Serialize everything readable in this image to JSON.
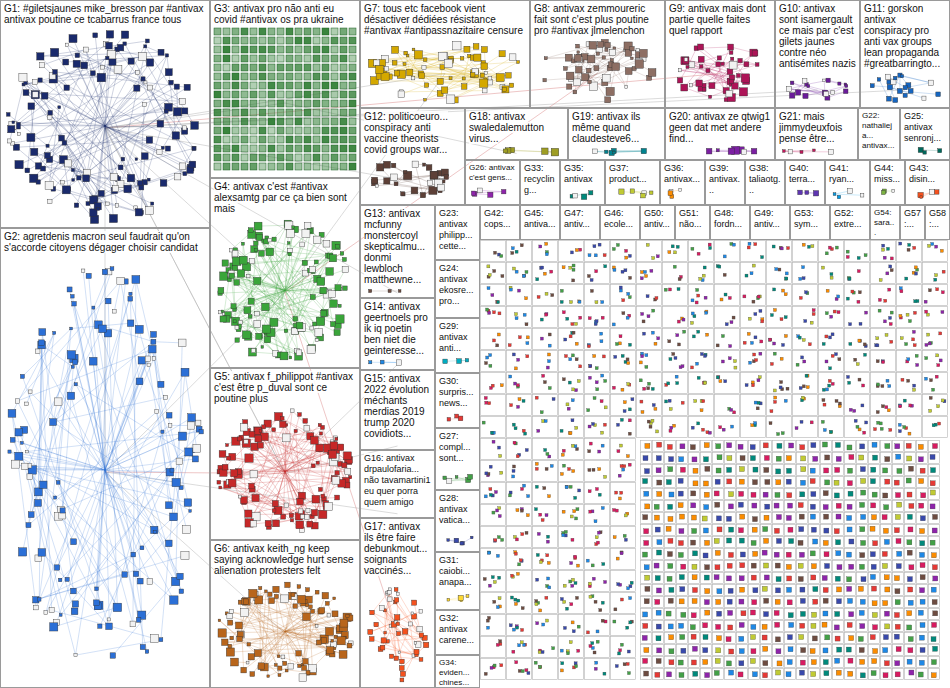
{
  "diagram": {
    "nodes": [
      {
        "text": [
          "G1: #giletsjaunes mike_bresson par #antivax antivax poutine ce tcabarrus france tous"
        ]
      },
      {
        "text": [
          "G2: agretdenis macron seul faudrait qu'on s'accorde citoyens dégager choisir candidat"
        ]
      },
      {
        "text": [
          "G3: antivax pro não anti eu covid #antivax os pra ukraine"
        ]
      },
      {
        "text": [
          "G4: antivax c'est #antivax alexsamtg par ce ça bien sont mais"
        ]
      },
      {
        "text": [
          "G5: antivax f_philippot #antivax c'est être p_duval sont ce poutine plus"
        ]
      },
      {
        "text": [
          "G6: antivax keith_ng keep saying acknowledge hurt sense alienation protesters felt"
        ]
      },
      {
        "text": [
          "G7: tous etc facebook vient désactiver dédiées résistance #antivax #antipassnazitaire censure"
        ]
      },
      {
        "text": [
          "G8: antivax zemmoureric fait sont c'est plus poutine pro #antivax jlmelenchon"
        ]
      },
      {
        "text": [
          "G9: antivax mais dont partie quelle faites quel rapport"
        ]
      },
      {
        "text": [
          "G10: antivax sont isamergault ce mais par c'est gilets jaunes contre néo antisémites nazis"
        ]
      },
      {
        "text": [
          "G11: gorskon antivax conspiracy pro anti vax groups lean propaganda #greatbarringto..."
        ]
      },
      {
        "text": [
          "G12: politicoeuro... conspiracy anti vaccine theorists covid groups war..."
        ]
      },
      {
        "text": [
          "G18: antivax swaledalemutton virus..."
        ]
      },
      {
        "text": [
          "G19: antivax ils même quand claudesteve6..."
        ]
      },
      {
        "text": [
          "G20: antivax ze qtwig1 geen dat met andere find..."
        ]
      },
      {
        "text": [
          "G21: mais jimmydeuxfois pense être..."
        ]
      },
      {
        "text": [
          "G22: nathalieja... antivax..."
        ]
      },
      {
        "text": [
          "G25: antivax senronj..."
        ]
      },
      {
        "text": [
          "G13: antivax mcfunny monstercoyl skepticalmu... donmi lewbloch matthewne..."
        ]
      },
      {
        "text": [
          "G14: antivax geertnoels pro ik iq poetin ben niet die geinteresse..."
        ]
      },
      {
        "text": [
          "G15: antivax 2022 évolution méchants merdias 2019 trump 2020 covidiots..."
        ]
      },
      {
        "text": [
          "G16: antivax drpaulofaria... não tavamartini1 eu quer porra quem amigo"
        ]
      },
      {
        "text": [
          "G17: antivax ils être faire debunkmout... soignants vaccinés..."
        ]
      },
      {
        "text": [
          "G26: antivax c'est gens..."
        ]
      },
      {
        "text": [
          "G33: recycling..."
        ]
      },
      {
        "text": [
          "G35: antivax"
        ]
      },
      {
        "text": [
          "G37: product..."
        ]
      },
      {
        "text": [
          "G36: antivax..."
        ]
      },
      {
        "text": [
          "G39: antivax..."
        ]
      },
      {
        "text": [
          "G38: taliaotg..."
        ]
      },
      {
        "text": [
          "G40: terra..."
        ]
      },
      {
        "text": [
          "G41: ryan..."
        ]
      },
      {
        "text": [
          "G44: miss..."
        ]
      },
      {
        "text": [
          "G43: disin..."
        ]
      },
      {
        "text": [
          "G23: antivax philipp... cette..."
        ]
      },
      {
        "text": [
          "G24: antivax ekosre... pro..."
        ]
      },
      {
        "text": [
          "G29: antivax anti..."
        ]
      },
      {
        "text": [
          "G30: surpris... news..."
        ]
      },
      {
        "text": [
          "G27: compl... sont..."
        ]
      },
      {
        "text": [
          "G28: antivax vatica..."
        ]
      },
      {
        "text": [
          "G31: caiobi... anapa..."
        ]
      },
      {
        "text": [
          "G32: antivax carene..."
        ]
      },
      {
        "text": [
          "G34: eviden... chines..."
        ]
      },
      {
        "text": [
          "G42: cops..."
        ]
      },
      {
        "text": [
          "G45: antiva..."
        ]
      },
      {
        "text": [
          "G47: antiv..."
        ]
      },
      {
        "text": [
          "G46: ecole..."
        ]
      },
      {
        "text": [
          "G50: antiv..."
        ]
      },
      {
        "text": [
          "G51: não..."
        ]
      },
      {
        "text": [
          "G48: fordn..."
        ]
      },
      {
        "text": [
          "G49: antiv..."
        ]
      },
      {
        "text": [
          "G53: sym..."
        ]
      },
      {
        "text": [
          "G52: extre..."
        ]
      },
      {
        "text": [
          "G54: sara..."
        ]
      },
      {
        "text": [
          "G57:..."
        ]
      },
      {
        "text": [
          "G58:..."
        ]
      }
    ]
  }
}
